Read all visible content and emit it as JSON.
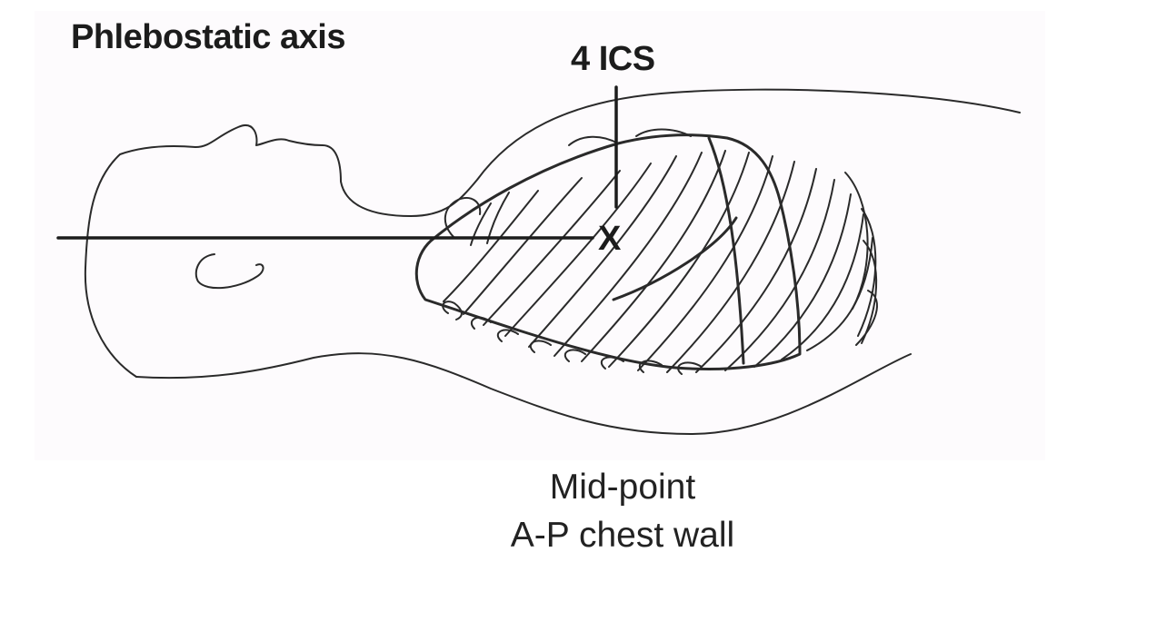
{
  "figure": {
    "title": "Phlebostatic axis",
    "ics_label": "4 ICS",
    "marker": "X",
    "caption": {
      "line1": "Mid-point",
      "line2": "A-P chest wall"
    }
  },
  "colors": {
    "stroke": "#2a2a2a",
    "panel_background": "#fdfbfd",
    "page_background": "#ffffff"
  }
}
